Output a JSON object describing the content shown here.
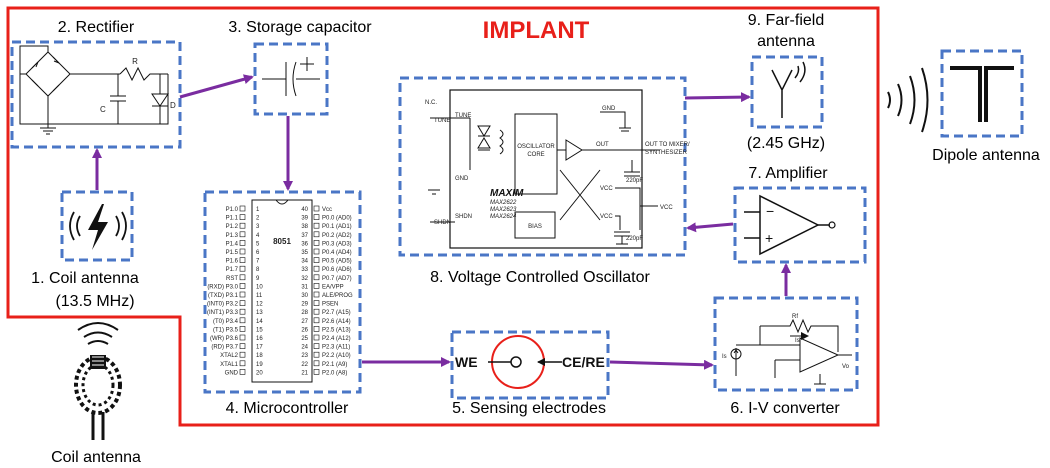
{
  "title": "IMPLANT",
  "colors": {
    "implant_border": "#e8201a",
    "box_dash": "#4a76c6",
    "arrow": "#7a2ca0"
  },
  "labels": {
    "rectifier": "2. Rectifier",
    "storage": "3. Storage capacitor",
    "farfield_1": "9. Far-field",
    "farfield_2": "antenna",
    "freq_farfield": "(2.45 GHz)",
    "dipole": "Dipole antenna",
    "amplifier": "7. Amplifier",
    "coil_1": "1. Coil antenna",
    "coil_2": "(13.5 MHz)",
    "vco": "8. Voltage Controlled Oscillator",
    "microcontroller": "4. Microcontroller",
    "sensing": "5. Sensing electrodes",
    "iv": "6. I-V converter",
    "coil_external": "Coil antenna"
  },
  "electrodes": {
    "we": "WE",
    "cere": "CE/RE"
  },
  "rectifier_parts": {
    "r": "R",
    "c": "C",
    "d": "D"
  },
  "vco_parts": {
    "nc": "N.C.",
    "tune1": "TUNE",
    "tune2": "TUNE",
    "gnd_left": "GND",
    "gnd_right": "GND",
    "shdn1": "SHDN",
    "shdn2": "SHDN",
    "osc_core_1": "OSCILLATOR",
    "osc_core_2": "CORE",
    "bias": "BIAS",
    "out": "OUT",
    "out_to_1": "OUT TO MIXER/",
    "out_to_2": "SYNTHESIZER",
    "vcc1": "VCC",
    "vcc2": "VCC",
    "vcc3": "VCC",
    "cap1": "220pF",
    "cap2": "220pF",
    "maxim": "MAXIM",
    "part1": "MAX2622",
    "part2": "MAX2623",
    "part3": "MAX2624"
  },
  "iv_parts": {
    "rf": "Rf",
    "is1": "Is",
    "is2": "Is",
    "vo": "Vo"
  },
  "mcu": {
    "chip": "8051",
    "left_pins": [
      "P1.0",
      "P1.1",
      "P1.2",
      "P1.3",
      "P1.4",
      "P1.5",
      "P1.6",
      "P1.7",
      "RST",
      "(RXD) P3.0",
      "(TXD) P3.1",
      "(INT0) P3.2",
      "(INT1) P3.3",
      "(T0) P3.4",
      "(T1) P3.5",
      "(WR) P3.6",
      "(RD) P3.7",
      "XTAL2",
      "XTAL1",
      "GND"
    ],
    "left_nums": [
      "1",
      "2",
      "3",
      "4",
      "5",
      "6",
      "7",
      "8",
      "9",
      "10",
      "11",
      "12",
      "13",
      "14",
      "15",
      "16",
      "17",
      "18",
      "19",
      "20"
    ],
    "right_pins": [
      "Vcc",
      "P0.0 (AD0)",
      "P0.1 (AD1)",
      "P0.2 (AD2)",
      "P0.3 (AD3)",
      "P0.4 (AD4)",
      "P0.5 (AD5)",
      "P0.6 (AD6)",
      "P0.7 (AD7)",
      "EA/VPP",
      "ALE/PROG",
      "PSEN",
      "P2.7 (A15)",
      "P2.6 (A14)",
      "P2.5 (A13)",
      "P2.4 (A12)",
      "P2.3 (A11)",
      "P2.2 (A10)",
      "P2.1 (A9)",
      "P2.0 (A8)"
    ],
    "right_nums": [
      "40",
      "39",
      "38",
      "37",
      "36",
      "35",
      "34",
      "33",
      "32",
      "31",
      "30",
      "29",
      "28",
      "27",
      "26",
      "25",
      "24",
      "23",
      "22",
      "21"
    ]
  }
}
